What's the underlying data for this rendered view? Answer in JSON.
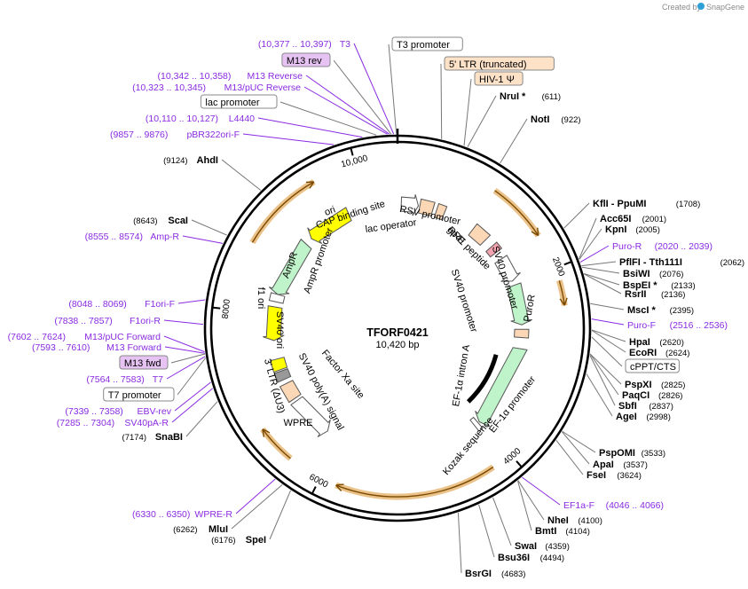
{
  "credit": {
    "prefix": "Created by",
    "brand": "SnapGene"
  },
  "plasmid": {
    "name": "TFORF0421",
    "size": "10,420 bp",
    "length": 10420
  },
  "scale_ticks": [
    {
      "label": "2000",
      "bp": 2000
    },
    {
      "label": "4000",
      "bp": 4000
    },
    {
      "label": "6000",
      "bp": 6000
    },
    {
      "label": "8000",
      "bp": 8000
    },
    {
      "label": "10,000",
      "bp": 10000
    }
  ],
  "colors": {
    "primer": "#8a2be2",
    "ring": "#000000",
    "orf": "#ebc28a",
    "ori": "#ffff00",
    "promoter": "#bff3c9",
    "ltr": "#fbd7b5"
  },
  "features": [
    {
      "name": "ori",
      "start": 9750,
      "end": 9150,
      "color": "#ffff00",
      "kind": "arrow"
    },
    {
      "name": "AmpR",
      "start": 9050,
      "end": 8270,
      "color": "#bff3c9",
      "kind": "arrow"
    },
    {
      "name": "AmpR promoter",
      "start": 8270,
      "end": 8170,
      "color": "#ffffff",
      "kind": "box"
    },
    {
      "name": "f1 ori",
      "start": 8100,
      "end": 7650,
      "color": "#ffff00",
      "kind": "arrow"
    },
    {
      "name": "SV40 ori",
      "start": 7400,
      "end": 7250,
      "color": "#ffff00",
      "kind": "box"
    },
    {
      "name": "SV40 poly(A) signal",
      "start": 7230,
      "end": 7110,
      "color": "#999999",
      "kind": "box"
    },
    {
      "name": "3' LTR (ΔU3)",
      "start": 7050,
      "end": 6820,
      "color": "#fbd7b5",
      "kind": "box"
    },
    {
      "name": "WPRE",
      "start": 6780,
      "end": 6200,
      "color": "#ffffff",
      "kind": "arrow"
    },
    {
      "name": "RSV promoter",
      "start": 50,
      "end": 280,
      "color": "#ffffff",
      "kind": "arrow"
    },
    {
      "name": "5' LTR (truncated)",
      "start": 300,
      "end": 480,
      "color": "#fbd7b5",
      "kind": "box"
    },
    {
      "name": "HIV-1 Ψ",
      "start": 530,
      "end": 640,
      "color": "#fbd7b5",
      "kind": "box"
    },
    {
      "name": "RRE",
      "start": 1080,
      "end": 1300,
      "color": "#fbd7b5",
      "kind": "box"
    },
    {
      "name": "gp41 peptide",
      "start": 1420,
      "end": 1520,
      "color": "#f2a3b0",
      "kind": "box"
    },
    {
      "name": "SV40 promoter",
      "start": 1630,
      "end": 1960,
      "color": "#ffffff",
      "kind": "arrow"
    },
    {
      "name": "PuroR",
      "start": 2020,
      "end": 2560,
      "color": "#bff3c9",
      "kind": "arrow"
    },
    {
      "name": "cPPT/CTS",
      "start": 2620,
      "end": 2730,
      "color": "#fbd7b5",
      "kind": "box"
    },
    {
      "name": "EF-1α promoter",
      "start": 2880,
      "end": 4020,
      "color": "#bff3c9",
      "kind": "arrow"
    },
    {
      "name": "EF-1α intron A",
      "start": 3040,
      "end": 3940,
      "color": "#000000",
      "kind": "line"
    },
    {
      "name": "Kozak sequence",
      "start": 4040,
      "end": 4080,
      "color": "#ffffff",
      "kind": "tiny"
    }
  ],
  "orf_arcs": [
    {
      "start": 1020,
      "end": 1640
    },
    {
      "start": 2130,
      "end": 2380
    },
    {
      "start": 4210,
      "end": 5830
    },
    {
      "start": 6350,
      "end": 6750
    },
    {
      "start": 8700,
      "end": 9560
    }
  ],
  "center_labels": [
    {
      "text": "ori"
    },
    {
      "text": "CAP binding site"
    },
    {
      "text": "lac operator"
    },
    {
      "text": "RSV promoter"
    },
    {
      "text": "RRE"
    },
    {
      "text": "gp41 peptide"
    },
    {
      "text": "SV40 promoter"
    },
    {
      "text": "PuroR"
    },
    {
      "text": "SV40 promoter"
    },
    {
      "text": "AmpR"
    },
    {
      "text": "AmpR promoter"
    },
    {
      "text": "f1 ori"
    },
    {
      "text": "SV40 ori"
    },
    {
      "text": "Factor Xa site"
    },
    {
      "text": "SV40 poly(A) signal"
    },
    {
      "text": "3' LTR (ΔU3)"
    },
    {
      "text": "WPRE"
    },
    {
      "text": "EF-1α intron A"
    },
    {
      "text": "EF-1α promoter"
    },
    {
      "text": "Kozak sequence"
    }
  ],
  "right_labels": [
    {
      "name": "NruI *",
      "pos": "(611)",
      "bp": 611,
      "type": "enzyme"
    },
    {
      "name": "NotI",
      "pos": "(922)",
      "bp": 922,
      "type": "enzyme"
    },
    {
      "name": "KflI  - PpuMI",
      "pos": "(1708)",
      "bp": 1708,
      "type": "enzyme"
    },
    {
      "name": "Acc65I",
      "pos": "(2001)",
      "bp": 2001,
      "type": "enzyme"
    },
    {
      "name": "KpnI",
      "pos": "(2005)",
      "bp": 2005,
      "type": "enzyme"
    },
    {
      "name": "Puro-R",
      "pos": "(2020 .. 2039)",
      "bp": 2030,
      "type": "primer"
    },
    {
      "name": "PflFI  - Tth111I",
      "pos": "(2062)",
      "bp": 2062,
      "type": "enzyme"
    },
    {
      "name": "BsiWI",
      "pos": "(2076)",
      "bp": 2076,
      "type": "enzyme"
    },
    {
      "name": "BspEI *",
      "pos": "(2133)",
      "bp": 2133,
      "type": "enzyme"
    },
    {
      "name": "RsrII",
      "pos": "(2136)",
      "bp": 2136,
      "type": "enzyme"
    },
    {
      "name": "MscI *",
      "pos": "(2395)",
      "bp": 2395,
      "type": "enzyme"
    },
    {
      "name": "Puro-F",
      "pos": "(2516 .. 2536)",
      "bp": 2526,
      "type": "primer"
    },
    {
      "name": "HpaI",
      "pos": "(2620)",
      "bp": 2620,
      "type": "enzyme"
    },
    {
      "name": "EcoRI",
      "pos": "(2624)",
      "bp": 2624,
      "type": "enzyme"
    },
    {
      "name": "cPPT/CTS",
      "pos": "",
      "bp": 2680,
      "type": "feature"
    },
    {
      "name": "PspXI",
      "pos": "(2825)",
      "bp": 2825,
      "type": "enzyme"
    },
    {
      "name": "PaqCI",
      "pos": "(2826)",
      "bp": 2826,
      "type": "enzyme"
    },
    {
      "name": "SbfI",
      "pos": "(2837)",
      "bp": 2837,
      "type": "enzyme"
    },
    {
      "name": "AgeI",
      "pos": "(2998)",
      "bp": 2998,
      "type": "enzyme"
    },
    {
      "name": "PspOMI",
      "pos": "(3533)",
      "bp": 3533,
      "type": "enzyme"
    },
    {
      "name": "ApaI",
      "pos": "(3537)",
      "bp": 3537,
      "type": "enzyme"
    },
    {
      "name": "FseI",
      "pos": "(3624)",
      "bp": 3624,
      "type": "enzyme"
    },
    {
      "name": "EF1a-F",
      "pos": "(4046 .. 4066)",
      "bp": 4056,
      "type": "primer"
    },
    {
      "name": "NheI",
      "pos": "(4100)",
      "bp": 4100,
      "type": "enzyme"
    },
    {
      "name": "BmtI",
      "pos": "(4104)",
      "bp": 4104,
      "type": "enzyme"
    },
    {
      "name": "SwaI",
      "pos": "(4359)",
      "bp": 4359,
      "type": "enzyme"
    },
    {
      "name": "Bsu36I",
      "pos": "(4494)",
      "bp": 4494,
      "type": "enzyme"
    },
    {
      "name": "BsrGI",
      "pos": "(4683)",
      "bp": 4683,
      "type": "enzyme"
    }
  ],
  "left_labels": [
    {
      "name": "T3",
      "pos": "(10,377 .. 10,397)",
      "bp": 10387,
      "type": "primer"
    },
    {
      "name": "M13 rev",
      "pos": "",
      "bp": 10365,
      "type": "feature"
    },
    {
      "name": "M13 Reverse",
      "pos": "(10,342 .. 10,358)",
      "bp": 10350,
      "type": "primer"
    },
    {
      "name": "M13/pUC Reverse",
      "pos": "(10,323 .. 10,345)",
      "bp": 10334,
      "type": "primer"
    },
    {
      "name": "lac promoter",
      "pos": "",
      "bp": 10240,
      "type": "feature"
    },
    {
      "name": "L4440",
      "pos": "(10,110 .. 10,127)",
      "bp": 10118,
      "type": "primer"
    },
    {
      "name": "pBR322ori-F",
      "pos": "(9857 .. 9876)",
      "bp": 9866,
      "type": "primer"
    },
    {
      "name": "AhdI",
      "pos": "(9124)",
      "bp": 9124,
      "type": "enzyme"
    },
    {
      "name": "ScaI",
      "pos": "(8643)",
      "bp": 8643,
      "type": "enzyme"
    },
    {
      "name": "Amp-R",
      "pos": "(8555 .. 8574)",
      "bp": 8564,
      "type": "primer"
    },
    {
      "name": "F1ori-F",
      "pos": "(8048 .. 8069)",
      "bp": 8058,
      "type": "primer"
    },
    {
      "name": "F1ori-R",
      "pos": "(7838 .. 7857)",
      "bp": 7848,
      "type": "primer"
    },
    {
      "name": "M13/pUC Forward",
      "pos": "(7602 .. 7624)",
      "bp": 7613,
      "type": "primer"
    },
    {
      "name": "M13 Forward",
      "pos": "(7593 .. 7610)",
      "bp": 7601,
      "type": "primer"
    },
    {
      "name": "M13 fwd",
      "pos": "",
      "bp": 7595,
      "type": "feature"
    },
    {
      "name": "T7",
      "pos": "(7564 .. 7583)",
      "bp": 7573,
      "type": "primer"
    },
    {
      "name": "T7 promoter",
      "pos": "",
      "bp": 7560,
      "type": "feature"
    },
    {
      "name": "EBV-rev",
      "pos": "(7339 .. 7358)",
      "bp": 7348,
      "type": "primer"
    },
    {
      "name": "SV40pA-R",
      "pos": "(7285 .. 7304)",
      "bp": 7294,
      "type": "primer"
    },
    {
      "name": "SnaBI",
      "pos": "(7174)",
      "bp": 7174,
      "type": "enzyme"
    },
    {
      "name": "WPRE-R",
      "pos": "(6330 .. 6350)",
      "bp": 6340,
      "type": "primer"
    },
    {
      "name": "MluI",
      "pos": "(6262)",
      "bp": 6262,
      "type": "enzyme"
    },
    {
      "name": "SpeI",
      "pos": "(6176)",
      "bp": 6176,
      "type": "enzyme"
    }
  ],
  "top_labels": [
    {
      "name": "T3 promoter",
      "bp": 10410,
      "type": "feature"
    },
    {
      "name": "5' LTR (truncated)",
      "bp": 380,
      "type": "feature-orange"
    },
    {
      "name": "HIV-1 Ψ",
      "bp": 580,
      "type": "feature-orange"
    }
  ]
}
